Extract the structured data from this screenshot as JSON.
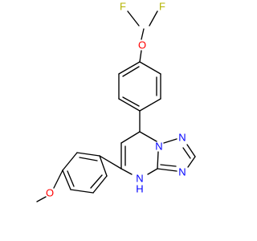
{
  "molecule": {
    "atom_colors": {
      "C": "#000000",
      "O": "#FF0000",
      "F": "#B3B300",
      "N": "#0000FF"
    },
    "atoms": [
      {
        "id": "F1",
        "symbol": "F",
        "label": "F"
      },
      {
        "id": "F2",
        "symbol": "F",
        "label": "F"
      },
      {
        "id": "O1",
        "symbol": "O",
        "label": "O"
      },
      {
        "id": "O2",
        "symbol": "O",
        "label": "O"
      },
      {
        "id": "N1",
        "symbol": "N",
        "label": "N"
      },
      {
        "id": "N2",
        "symbol": "N",
        "label": "N"
      },
      {
        "id": "N3",
        "symbol": "N",
        "label": "N"
      },
      {
        "id": "NH",
        "symbol": "N",
        "label": "N"
      },
      {
        "id": "H1",
        "symbol": "H",
        "label": "H"
      }
    ]
  }
}
